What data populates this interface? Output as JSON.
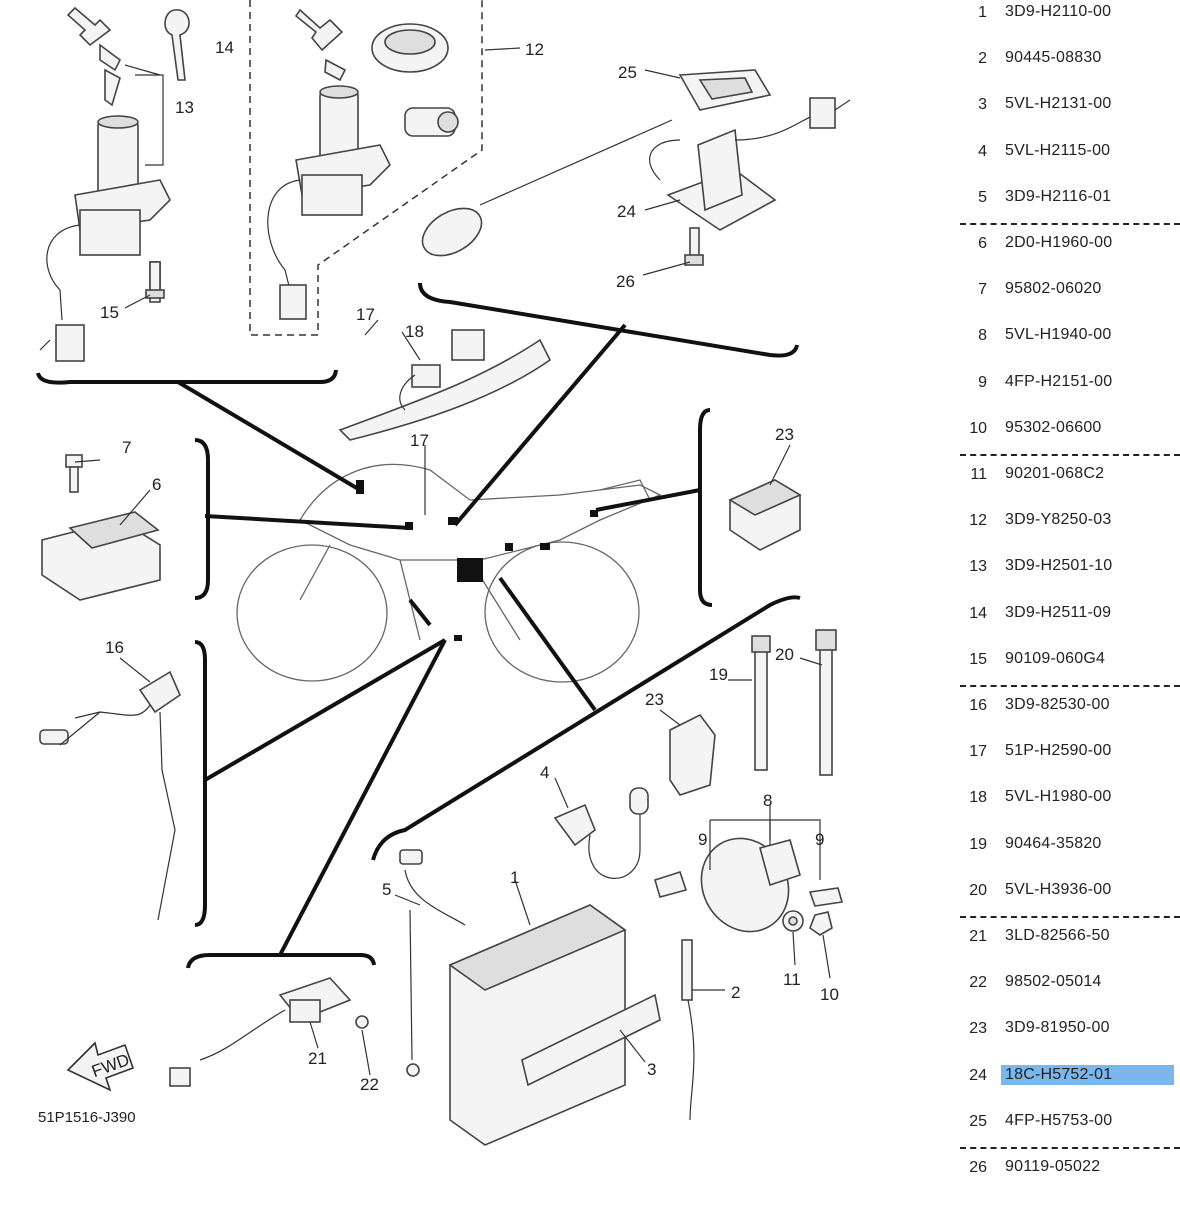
{
  "diagram": {
    "callouts": [
      {
        "n": "1"
      },
      {
        "n": "2"
      },
      {
        "n": "3"
      },
      {
        "n": "4"
      },
      {
        "n": "5"
      },
      {
        "n": "6"
      },
      {
        "n": "7"
      },
      {
        "n": "8"
      },
      {
        "n": "9"
      },
      {
        "n": "9"
      },
      {
        "n": "10"
      },
      {
        "n": "11"
      },
      {
        "n": "12"
      },
      {
        "n": "13"
      },
      {
        "n": "14"
      },
      {
        "n": "15"
      },
      {
        "n": "16"
      },
      {
        "n": "17"
      },
      {
        "n": "17"
      },
      {
        "n": "18"
      },
      {
        "n": "19"
      },
      {
        "n": "20"
      },
      {
        "n": "21"
      },
      {
        "n": "22"
      },
      {
        "n": "23"
      },
      {
        "n": "23"
      },
      {
        "n": "24"
      },
      {
        "n": "25"
      },
      {
        "n": "26"
      }
    ],
    "fwd_label": "FWD",
    "drawing_code": "51P1516-J390"
  },
  "parts_list": {
    "selected_index": 23,
    "rows": [
      {
        "num": "1",
        "part": "3D9-H2110-00"
      },
      {
        "num": "2",
        "part": "90445-08830"
      },
      {
        "num": "3",
        "part": "5VL-H2131-00"
      },
      {
        "num": "4",
        "part": "5VL-H2115-00"
      },
      {
        "num": "5",
        "part": "3D9-H2116-01"
      },
      {
        "num": "6",
        "part": "2D0-H1960-00"
      },
      {
        "num": "7",
        "part": "95802-06020"
      },
      {
        "num": "8",
        "part": "5VL-H1940-00"
      },
      {
        "num": "9",
        "part": "4FP-H2151-00"
      },
      {
        "num": "10",
        "part": "95302-06600"
      },
      {
        "num": "11",
        "part": "90201-068C2"
      },
      {
        "num": "12",
        "part": "3D9-Y8250-03"
      },
      {
        "num": "13",
        "part": "3D9-H2501-10"
      },
      {
        "num": "14",
        "part": "3D9-H2511-09"
      },
      {
        "num": "15",
        "part": "90109-060G4"
      },
      {
        "num": "16",
        "part": "3D9-82530-00"
      },
      {
        "num": "17",
        "part": "51P-H2590-00"
      },
      {
        "num": "18",
        "part": "5VL-H1980-00"
      },
      {
        "num": "19",
        "part": "90464-35820"
      },
      {
        "num": "20",
        "part": "5VL-H3936-00"
      },
      {
        "num": "21",
        "part": "3LD-82566-50"
      },
      {
        "num": "22",
        "part": "98502-05014"
      },
      {
        "num": "23",
        "part": "3D9-81950-00"
      },
      {
        "num": "24",
        "part": "18C-H5752-01"
      },
      {
        "num": "25",
        "part": "4FP-H5753-00"
      },
      {
        "num": "26",
        "part": "90119-05022"
      }
    ]
  }
}
